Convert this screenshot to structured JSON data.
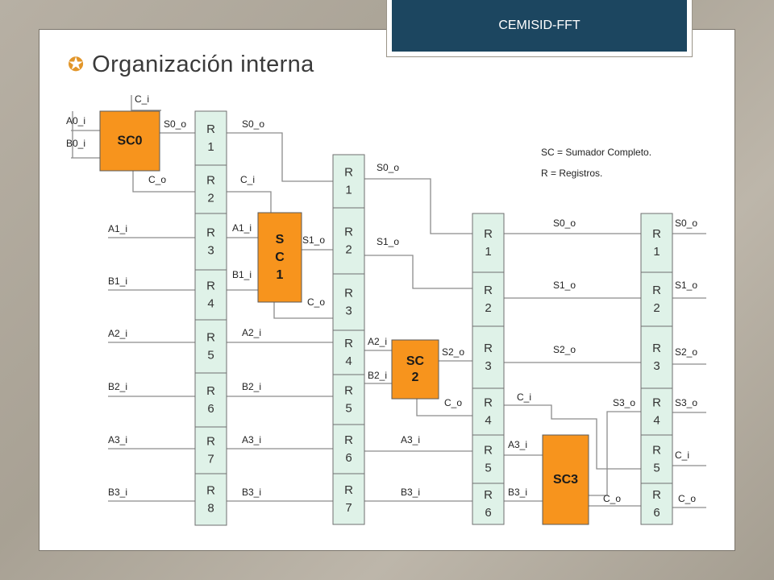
{
  "header": {
    "tag": "CEMISID-FFT",
    "title": "Organización interna"
  },
  "legend": [
    "SC = Sumador Completo.",
    "R = Registros."
  ],
  "adders": [
    "SC0",
    "S C 1",
    "SC 2",
    "SC3"
  ],
  "columns": [
    [
      "R 1",
      "R 2",
      "R 3",
      "R 4",
      "R 5",
      "R 6",
      "R 7",
      "R 8"
    ],
    [
      "R 1",
      "R 2",
      "R 3",
      "R 4",
      "R 5",
      "R 6",
      "R 7"
    ],
    [
      "R 1",
      "R 2",
      "R 3",
      "R 4",
      "R 5",
      "R 6"
    ],
    [
      "R 1",
      "R 2",
      "R 3",
      "R 4",
      "R 5",
      "R 6"
    ]
  ],
  "signals": {
    "left_inputs": [
      "C_i",
      "A0_i",
      "B0_i",
      "A1_i",
      "B1_i",
      "A2_i",
      "B2_i",
      "A3_i",
      "B3_i"
    ],
    "sc0": [
      "S0_o",
      "C_o"
    ],
    "col1": [
      "S0_o",
      "C_i",
      "A1_i",
      "B1_i",
      "A2_i",
      "B2_i",
      "A3_i",
      "B3_i"
    ],
    "sc1": [
      "S1_o",
      "C_o"
    ],
    "col2": [
      "S0_o",
      "S1_o",
      "A2_i",
      "B2_i",
      "A3_i",
      "B3_i"
    ],
    "sc2": [
      "S2_o",
      "C_o"
    ],
    "col3": [
      "S0_o",
      "S1_o",
      "S2_o",
      "C_i",
      "A3_i",
      "B3_i"
    ],
    "sc3": [
      "S3_o",
      "C_o"
    ],
    "outputs": [
      "S0_o",
      "S1_o",
      "S2_o",
      "S3_o",
      "C_i",
      "C_o"
    ]
  },
  "colors": {
    "adder": "#f7941d",
    "register": "#dff2e8",
    "header": "#1c4660",
    "bullet": "#e2962a"
  }
}
